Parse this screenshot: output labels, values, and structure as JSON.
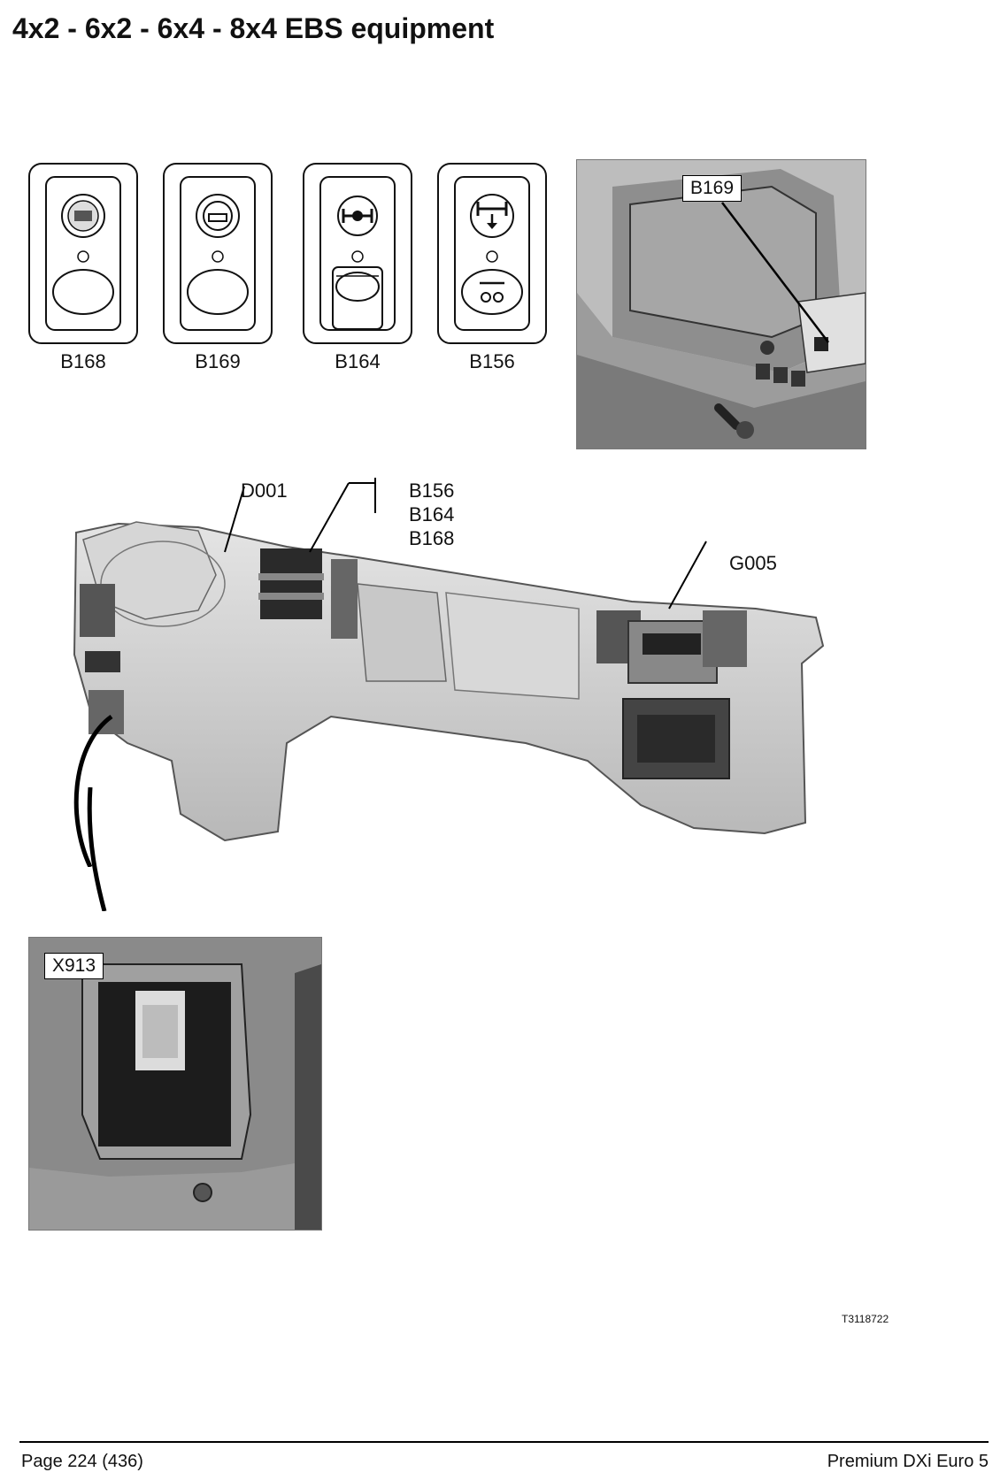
{
  "title": "4x2 - 6x2 - 6x4 - 8x4 EBS equipment",
  "switches": [
    {
      "label": "B168",
      "icon": "park-brake-icon"
    },
    {
      "label": "B169",
      "icon": "trailer-brake-icon"
    },
    {
      "label": "B164",
      "icon": "axle-lock-icon"
    },
    {
      "label": "B156",
      "icon": "axle-lift-icon"
    }
  ],
  "callouts": {
    "detail_top": "B169",
    "d001": "D001",
    "group": [
      "B156",
      "B164",
      "B168"
    ],
    "g005": "G005",
    "detail_bottom": "X913"
  },
  "drawing_code": "T3118722",
  "footer": {
    "page": "Page 224 (436)",
    "document": "Premium DXi Euro 5"
  }
}
